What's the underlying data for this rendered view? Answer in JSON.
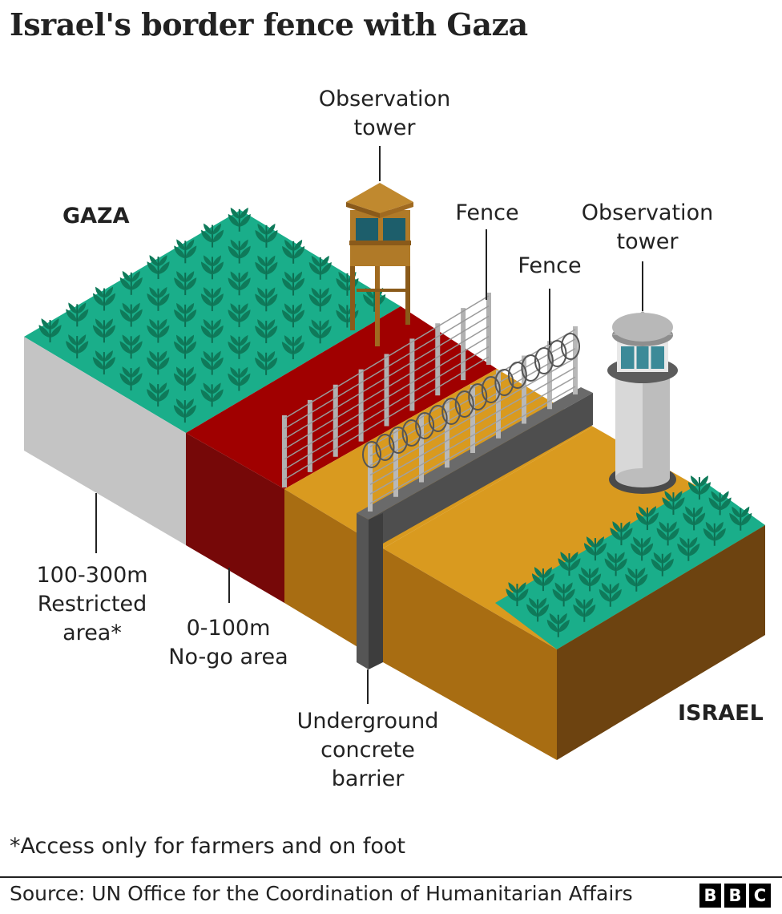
{
  "title": "Israel's border fence with Gaza",
  "regions": {
    "gaza": "GAZA",
    "israel": "ISRAEL"
  },
  "labels": {
    "tower_gaza": [
      "Observation",
      "tower"
    ],
    "tower_israel": [
      "Observation",
      "tower"
    ],
    "fence_1": "Fence",
    "fence_2": "Fence",
    "restricted": [
      "100-300m",
      "Restricted",
      "area*"
    ],
    "no_go": [
      "0-100m",
      "No-go area"
    ],
    "barrier": [
      "Underground",
      "concrete",
      "barrier"
    ]
  },
  "footnote": "*Access only for farmers and on foot",
  "source": "Source: UN Office for the Coordination of Humanitarian Affairs",
  "logo": [
    "B",
    "B",
    "C"
  ],
  "colors": {
    "field_green": "#1aae8a",
    "restricted_grey": "#c8c8c8",
    "no_go_red": "#a00000",
    "sand_orange": "#d6951c",
    "soil_brown": "#6d4310",
    "concrete_grey": "#5a5a5a"
  }
}
